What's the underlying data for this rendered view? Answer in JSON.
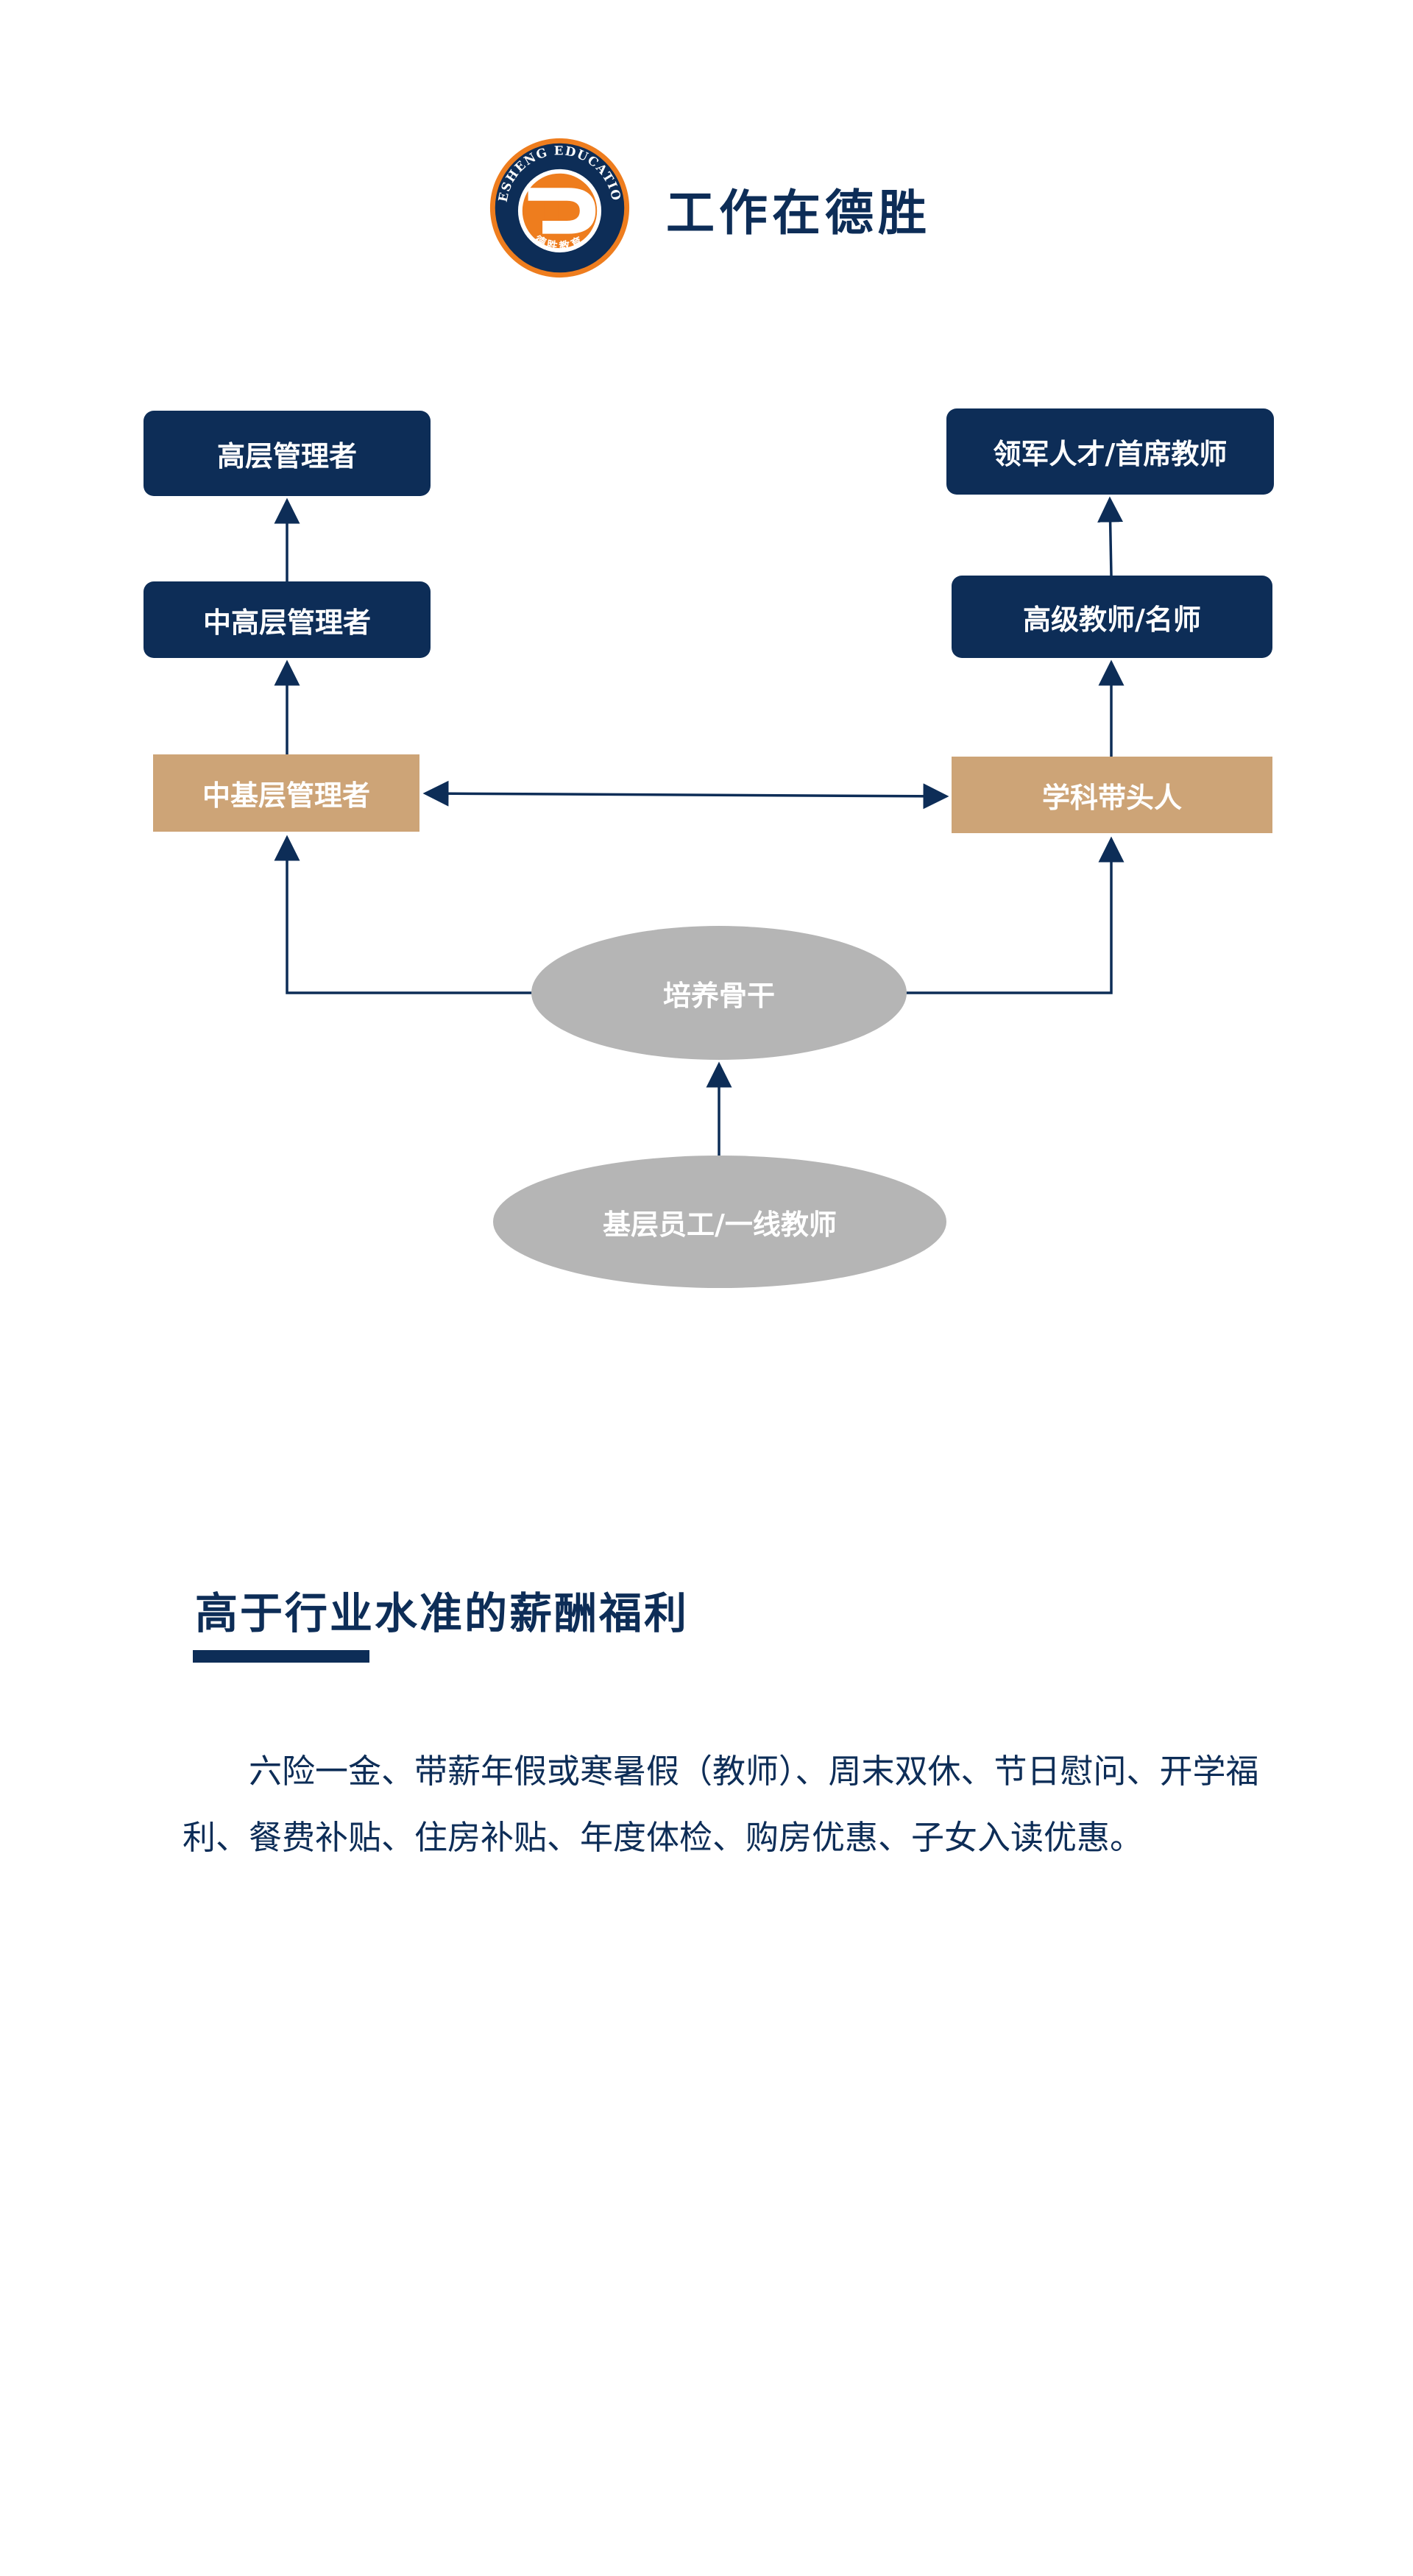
{
  "header": {
    "logo": {
      "arc_text": "DESHENG EDUCATION",
      "chinese_text": "德胜教育",
      "colors": {
        "navy": "#0d2d57",
        "orange": "#ee7d1e"
      }
    },
    "title": "工作在德胜"
  },
  "diagram": {
    "management_track": [
      "高层管理者",
      "中高层管理者",
      "中基层管理者"
    ],
    "teaching_track": [
      "领军人才/首席教师",
      "高级教师/名师",
      "学科带头人"
    ],
    "core": "培养骨干",
    "base": "基层员工/一线教师",
    "colors": {
      "navy_box": "#0d2d57",
      "tan_box": "#cda477",
      "ellipse": "#b5b5b5",
      "arrow": "#0d2d57"
    }
  },
  "benefits": {
    "title": "高于行业水准的薪酬福利",
    "text": "六险一金、带薪年假或寒暑假（教师）、周末双休、节日慰问、开学福利、餐费补贴、住房补贴、年度体检、购房优惠、子女入读优惠。"
  }
}
